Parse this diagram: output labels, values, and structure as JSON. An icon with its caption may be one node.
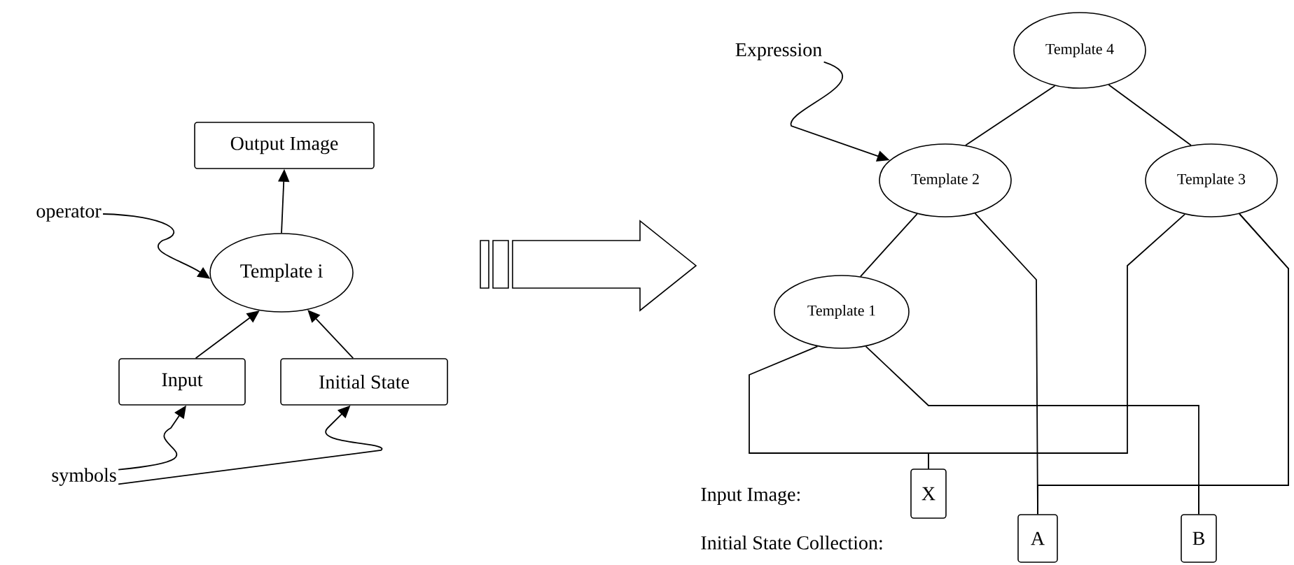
{
  "diagram": {
    "nodes": [
      {
        "text": [
          "Output Image"
        ]
      },
      {
        "text": [
          "Template i"
        ]
      },
      {
        "text": [
          "Input"
        ]
      },
      {
        "text": [
          "Initial State"
        ]
      },
      {
        "text": [
          "operator"
        ]
      },
      {
        "text": [
          "symbols"
        ]
      },
      {
        "text": [
          "Template 4"
        ]
      },
      {
        "text": [
          "Template 2"
        ]
      },
      {
        "text": [
          "Template 3"
        ]
      },
      {
        "text": [
          "Template 1"
        ]
      },
      {
        "text": [
          "X"
        ]
      },
      {
        "text": [
          "A"
        ]
      },
      {
        "text": [
          "B"
        ]
      },
      {
        "text": [
          "Expression"
        ]
      }
    ],
    "edges": [
      {
        "from": 1,
        "to": 0,
        "arrow": "to"
      },
      {
        "from": 2,
        "to": 1,
        "arrow": "to"
      },
      {
        "from": 3,
        "to": 1,
        "arrow": "to"
      },
      {
        "from": 4,
        "to": 1,
        "arrow": "to"
      },
      {
        "from": 5,
        "to": 2,
        "arrow": "to"
      },
      {
        "from": 5,
        "to": 3,
        "arrow": "to"
      },
      {
        "from": 6,
        "to": 7,
        "arrow": "none"
      },
      {
        "from": 6,
        "to": 8,
        "arrow": "none"
      },
      {
        "from": 7,
        "to": 9,
        "arrow": "none"
      },
      {
        "from": 7,
        "to": 11,
        "arrow": "none"
      },
      {
        "from": 8,
        "to": 10,
        "arrow": "none"
      },
      {
        "from": 8,
        "to": 11,
        "arrow": "none"
      },
      {
        "from": 8,
        "to": 12,
        "arrow": "none"
      },
      {
        "from": 9,
        "to": 10,
        "arrow": "none"
      },
      {
        "from": 9,
        "to": 12,
        "arrow": "none"
      },
      {
        "from": 13,
        "to": 7,
        "arrow": "to"
      }
    ],
    "labels": [
      "Input Image:",
      "Initial State Collection:"
    ]
  }
}
